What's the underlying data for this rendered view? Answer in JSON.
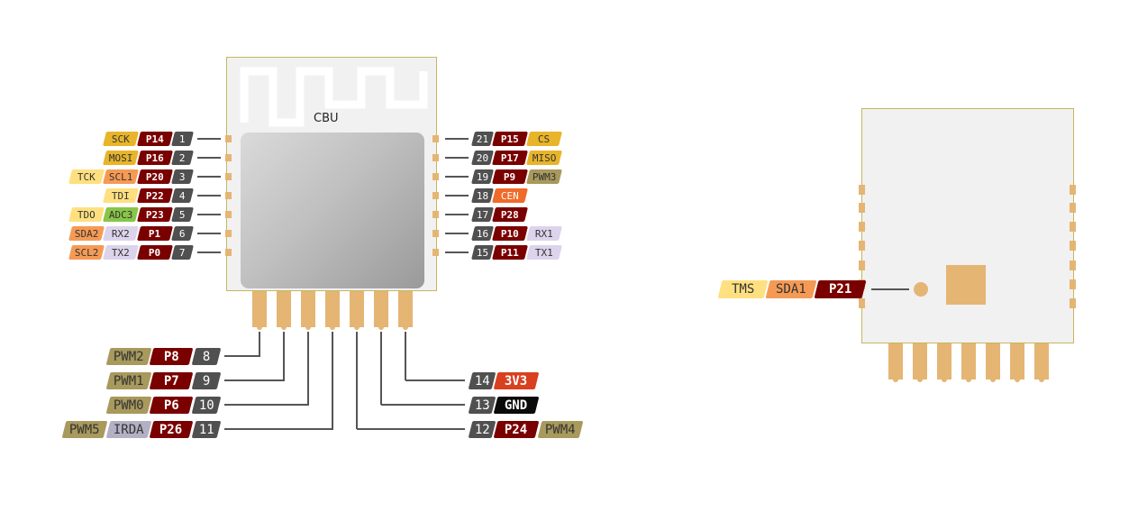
{
  "module_label": "CBU",
  "colors": {
    "num": "#505050",
    "pin": "#7a0000",
    "gold": "#e8b429",
    "yellow": "#ffe080",
    "orange": "#f59a55",
    "green": "#88c548",
    "lilac": "#dcd4ec",
    "olive": "#a8995c",
    "cen": "#f06a2a",
    "v33": "#d84020",
    "gnd": "#0a0a0a",
    "gray": "#b4b0c4"
  },
  "left_pins": [
    {
      "num": "1",
      "name": "P14",
      "funcs": [
        {
          "t": "SCK",
          "c": "gold"
        }
      ]
    },
    {
      "num": "2",
      "name": "P16",
      "funcs": [
        {
          "t": "MOSI",
          "c": "gold"
        }
      ]
    },
    {
      "num": "3",
      "name": "P20",
      "funcs": [
        {
          "t": "SCL1",
          "c": "orange"
        },
        {
          "t": "TCK",
          "c": "yellow"
        }
      ]
    },
    {
      "num": "4",
      "name": "P22",
      "funcs": [
        {
          "t": "TDI",
          "c": "yellow"
        }
      ]
    },
    {
      "num": "5",
      "name": "P23",
      "funcs": [
        {
          "t": "ADC3",
          "c": "green"
        },
        {
          "t": "TDO",
          "c": "yellow"
        }
      ]
    },
    {
      "num": "6",
      "name": "P1",
      "funcs": [
        {
          "t": "RX2",
          "c": "lilac"
        },
        {
          "t": "SDA2",
          "c": "orange"
        }
      ]
    },
    {
      "num": "7",
      "name": "P0",
      "funcs": [
        {
          "t": "TX2",
          "c": "lilac"
        },
        {
          "t": "SCL2",
          "c": "orange"
        }
      ]
    }
  ],
  "right_pins": [
    {
      "num": "21",
      "name": "P15",
      "funcs": [
        {
          "t": "CS",
          "c": "gold"
        }
      ]
    },
    {
      "num": "20",
      "name": "P17",
      "funcs": [
        {
          "t": "MISO",
          "c": "gold"
        }
      ]
    },
    {
      "num": "19",
      "name": "P9",
      "funcs": [
        {
          "t": "PWM3",
          "c": "olive"
        }
      ]
    },
    {
      "num": "18",
      "name": "CEN",
      "funcs": [],
      "special": "cen"
    },
    {
      "num": "17",
      "name": "P28",
      "funcs": []
    },
    {
      "num": "16",
      "name": "P10",
      "funcs": [
        {
          "t": "RX1",
          "c": "lilac"
        }
      ]
    },
    {
      "num": "15",
      "name": "P11",
      "funcs": [
        {
          "t": "TX1",
          "c": "lilac"
        }
      ]
    }
  ],
  "bottom_left_pins": [
    {
      "num": "8",
      "name": "P8",
      "funcs": [
        {
          "t": "PWM2",
          "c": "olive"
        }
      ]
    },
    {
      "num": "9",
      "name": "P7",
      "funcs": [
        {
          "t": "PWM1",
          "c": "olive"
        }
      ]
    },
    {
      "num": "10",
      "name": "P6",
      "funcs": [
        {
          "t": "PWM0",
          "c": "olive"
        }
      ]
    },
    {
      "num": "11",
      "name": "P26",
      "funcs": [
        {
          "t": "IRDA",
          "c": "gray"
        },
        {
          "t": "PWM5",
          "c": "olive"
        }
      ]
    }
  ],
  "bottom_right_pins": [
    {
      "num": "14",
      "name": "3V3",
      "funcs": [],
      "special": "v33"
    },
    {
      "num": "13",
      "name": "GND",
      "funcs": [],
      "special": "gnd"
    },
    {
      "num": "12",
      "name": "P24",
      "funcs": [
        {
          "t": "PWM4",
          "c": "olive"
        }
      ]
    }
  ],
  "back_pin": {
    "name": "P21",
    "funcs": [
      {
        "t": "SDA1",
        "c": "orange"
      },
      {
        "t": "TMS",
        "c": "yellow"
      }
    ]
  }
}
